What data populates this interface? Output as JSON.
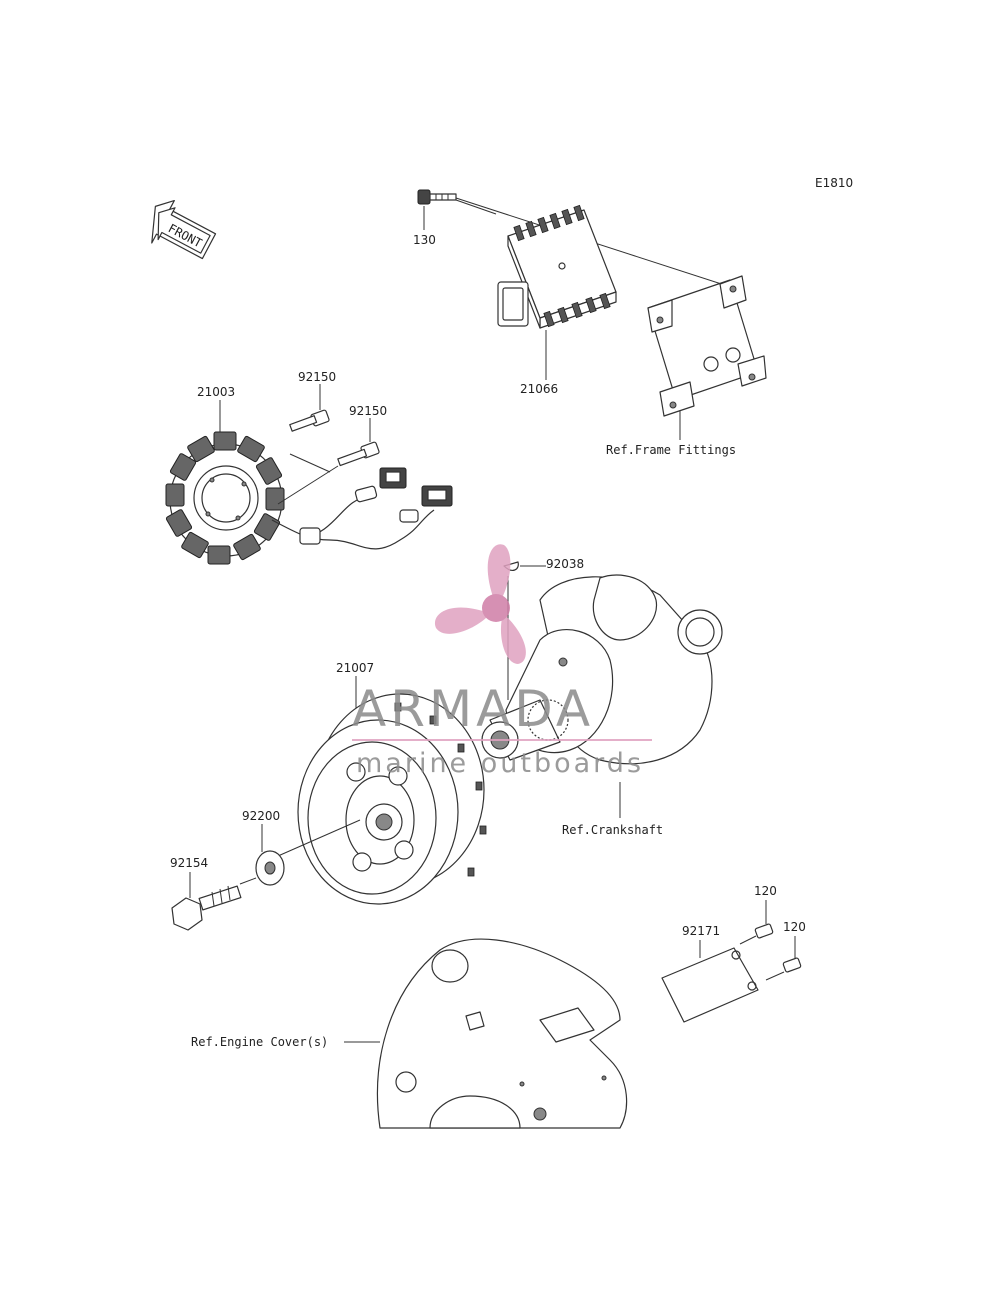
{
  "diagram_code": "E1810",
  "front_arrow_label": "FRONT",
  "part_numbers": {
    "bolt_130": "130",
    "regulator_21066": "21066",
    "stator_21003": "21003",
    "bolt_92150_a": "92150",
    "bolt_92150_b": "92150",
    "key_92038": "92038",
    "rotor_21007": "21007",
    "washer_92200": "92200",
    "bolt_92154": "92154",
    "cover_92171": "92171",
    "screw_120_a": "120",
    "screw_120_b": "120"
  },
  "references": {
    "frame_fittings": "Ref.Frame Fittings",
    "crankshaft": "Ref.Crankshaft",
    "engine_cover": "Ref.Engine Cover(s)"
  },
  "watermark": {
    "brand": "ARMADA",
    "tagline": "marine outboards",
    "accent_color": "#e0a2c0",
    "text_color": "#8a8a8a"
  }
}
